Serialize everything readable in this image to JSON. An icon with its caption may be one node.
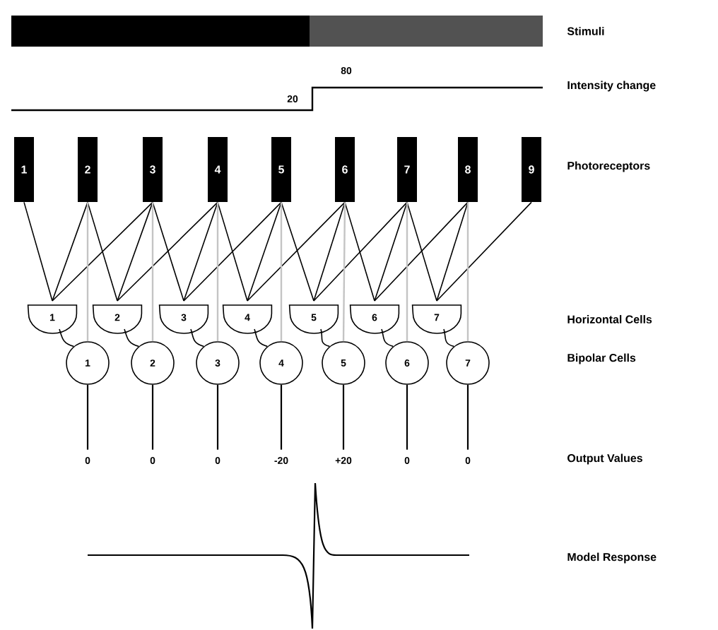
{
  "diagram": {
    "nodes": [
      {
        "text": [
          "1"
        ]
      },
      {
        "text": [
          "2"
        ]
      },
      {
        "text": [
          "3"
        ]
      },
      {
        "text": [
          "4"
        ]
      },
      {
        "text": [
          "5"
        ]
      },
      {
        "text": [
          "6"
        ]
      },
      {
        "text": [
          "7"
        ]
      },
      {
        "text": [
          "8"
        ]
      },
      {
        "text": [
          "9"
        ]
      },
      {
        "text": [
          "1"
        ]
      },
      {
        "text": [
          "2"
        ]
      },
      {
        "text": [
          "3"
        ]
      },
      {
        "text": [
          "4"
        ]
      },
      {
        "text": [
          "5"
        ]
      },
      {
        "text": [
          "6"
        ]
      },
      {
        "text": [
          "7"
        ]
      },
      {
        "text": [
          "1"
        ]
      },
      {
        "text": [
          "2"
        ]
      },
      {
        "text": [
          "3"
        ]
      },
      {
        "text": [
          "4"
        ]
      },
      {
        "text": [
          "5"
        ]
      },
      {
        "text": [
          "6"
        ]
      },
      {
        "text": [
          "7"
        ]
      },
      {
        "text": [
          "0"
        ]
      },
      {
        "text": [
          "0"
        ]
      },
      {
        "text": [
          "0"
        ]
      },
      {
        "text": [
          "-20"
        ]
      },
      {
        "text": [
          "+20"
        ]
      },
      {
        "text": [
          "0"
        ]
      },
      {
        "text": [
          "0"
        ]
      }
    ],
    "edges": [
      {
        "from": 0,
        "to": 9,
        "arrow": "none"
      },
      {
        "from": 1,
        "to": 9,
        "arrow": "none"
      },
      {
        "from": 2,
        "to": 9,
        "arrow": "none"
      },
      {
        "from": 1,
        "to": 10,
        "arrow": "none"
      },
      {
        "from": 2,
        "to": 10,
        "arrow": "none"
      },
      {
        "from": 3,
        "to": 10,
        "arrow": "none"
      },
      {
        "from": 2,
        "to": 11,
        "arrow": "none"
      },
      {
        "from": 3,
        "to": 11,
        "arrow": "none"
      },
      {
        "from": 4,
        "to": 11,
        "arrow": "none"
      },
      {
        "from": 3,
        "to": 12,
        "arrow": "none"
      },
      {
        "from": 4,
        "to": 12,
        "arrow": "none"
      },
      {
        "from": 5,
        "to": 12,
        "arrow": "none"
      },
      {
        "from": 4,
        "to": 13,
        "arrow": "none"
      },
      {
        "from": 5,
        "to": 13,
        "arrow": "none"
      },
      {
        "from": 6,
        "to": 13,
        "arrow": "none"
      },
      {
        "from": 5,
        "to": 14,
        "arrow": "none"
      },
      {
        "from": 6,
        "to": 14,
        "arrow": "none"
      },
      {
        "from": 7,
        "to": 14,
        "arrow": "none"
      },
      {
        "from": 6,
        "to": 15,
        "arrow": "none"
      },
      {
        "from": 7,
        "to": 15,
        "arrow": "none"
      },
      {
        "from": 8,
        "to": 15,
        "arrow": "none"
      },
      {
        "from": 1,
        "to": 16,
        "arrow": "none",
        "color": "#c4c4c4"
      },
      {
        "from": 2,
        "to": 17,
        "arrow": "none",
        "color": "#c4c4c4"
      },
      {
        "from": 3,
        "to": 18,
        "arrow": "none",
        "color": "#c4c4c4"
      },
      {
        "from": 4,
        "to": 19,
        "arrow": "none",
        "color": "#c4c4c4"
      },
      {
        "from": 5,
        "to": 20,
        "arrow": "none",
        "color": "#c4c4c4"
      },
      {
        "from": 6,
        "to": 21,
        "arrow": "none",
        "color": "#c4c4c4"
      },
      {
        "from": 7,
        "to": 22,
        "arrow": "none",
        "color": "#c4c4c4"
      },
      {
        "from": 9,
        "to": 16,
        "arrow": "none"
      },
      {
        "from": 10,
        "to": 17,
        "arrow": "none"
      },
      {
        "from": 11,
        "to": 18,
        "arrow": "none"
      },
      {
        "from": 12,
        "to": 19,
        "arrow": "none"
      },
      {
        "from": 13,
        "to": 20,
        "arrow": "none"
      },
      {
        "from": 14,
        "to": 21,
        "arrow": "none"
      },
      {
        "from": 15,
        "to": 22,
        "arrow": "none"
      },
      {
        "from": 16,
        "to": 23,
        "arrow": "none"
      },
      {
        "from": 17,
        "to": 24,
        "arrow": "none"
      },
      {
        "from": 18,
        "to": 25,
        "arrow": "none"
      },
      {
        "from": 19,
        "to": 26,
        "arrow": "none"
      },
      {
        "from": 20,
        "to": 27,
        "arrow": "none"
      },
      {
        "from": 21,
        "to": 28,
        "arrow": "none"
      },
      {
        "from": 22,
        "to": 29,
        "arrow": "none"
      }
    ],
    "labels": [
      "Stimuli",
      "80",
      "20",
      "Intensity change",
      "Photoreceptors",
      "Horizontal Cells",
      "Bipolar Cells",
      "Output Values",
      "Model Response"
    ]
  }
}
